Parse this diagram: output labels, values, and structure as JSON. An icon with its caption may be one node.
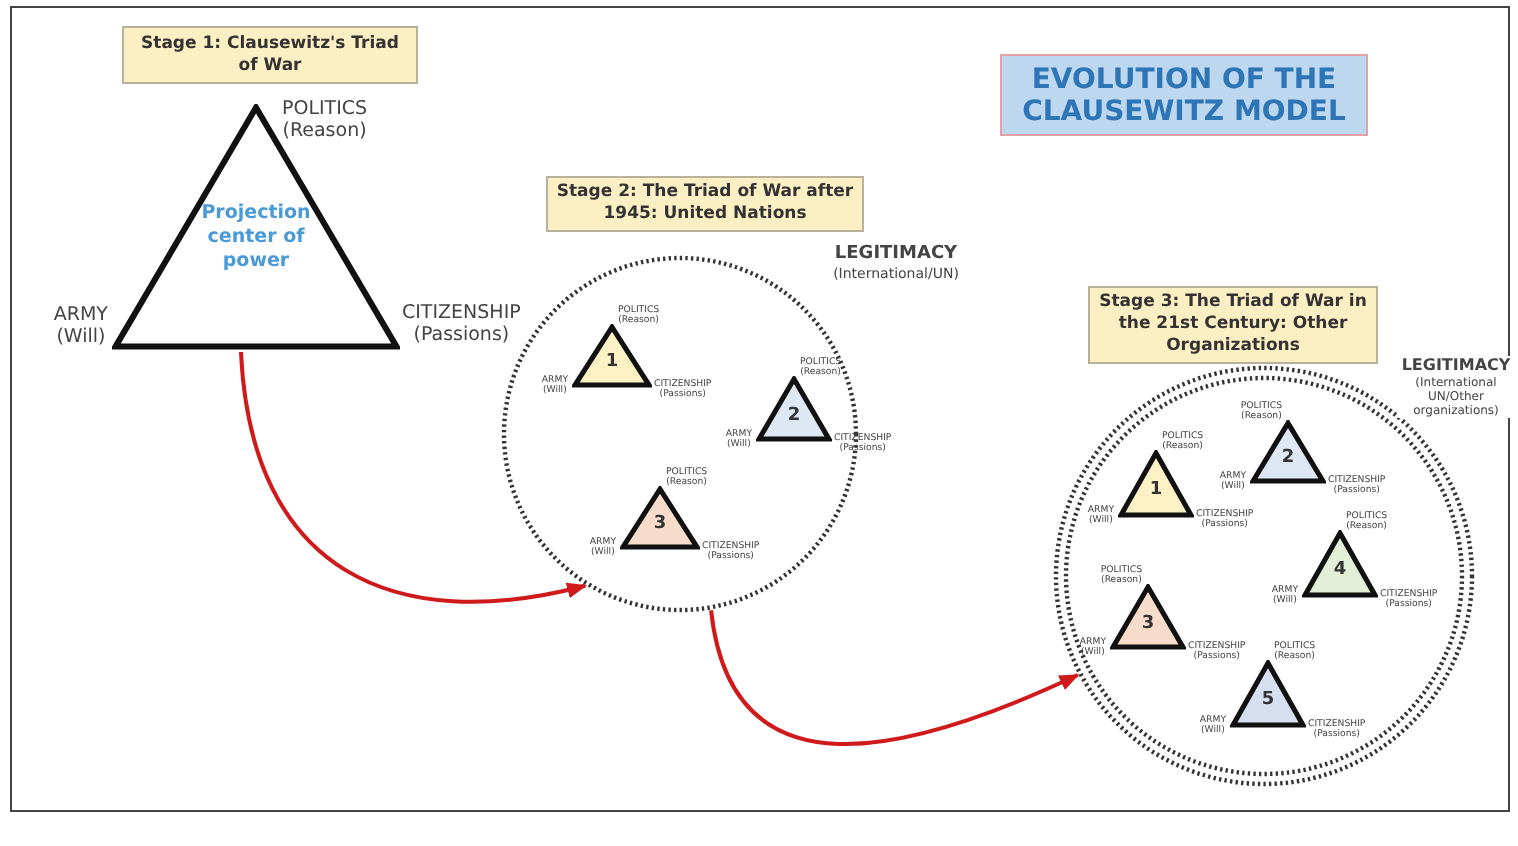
{
  "diagram": {
    "title": "EVOLUTION OF THE CLAUSEWITZ MODEL",
    "nodes": [
      {
        "text": [
          "Stage 1: Clausewitz's Triad of War"
        ]
      },
      {
        "text": [
          "Projection center of power"
        ],
        "beside": [
          "POLITICS (Reason)",
          "ARMY (Will)",
          "CITIZENSHIP (Passions)"
        ]
      },
      {
        "text": [
          "Stage 2: The Triad of War after 1945: United Nations"
        ]
      },
      {
        "text": [
          "LEGITIMACY",
          "(International/UN)"
        ]
      },
      {
        "text": [
          "1"
        ],
        "in": 3,
        "beside": [
          "POLITICS (Reason)",
          "ARMY (Will)",
          "CITIZENSHIP (Passions)"
        ]
      },
      {
        "text": [
          "2"
        ],
        "in": 3,
        "beside": [
          "POLITICS (Reason)",
          "ARMY (Will)",
          "CITIZENSHIP (Passions)"
        ]
      },
      {
        "text": [
          "3"
        ],
        "in": 3,
        "beside": [
          "POLITICS (Reason)",
          "ARMY (Will)",
          "CITIZENSHIP (Passions)"
        ]
      },
      {
        "text": [
          "Stage 3: The Triad of War in the 21st Century: Other Organizations"
        ]
      },
      {
        "text": [
          "LEGITIMACY",
          "(International UN/Other organizations)"
        ]
      },
      {
        "text": [
          "1"
        ],
        "in": 8,
        "beside": [
          "POLITICS (Reason)",
          "ARMY (Will)",
          "CITIZENSHIP (Passions)"
        ]
      },
      {
        "text": [
          "2"
        ],
        "in": 8,
        "beside": [
          "POLITICS (Reason)",
          "ARMY (Will)",
          "CITIZENSHIP (Passions)"
        ]
      },
      {
        "text": [
          "3"
        ],
        "in": 8,
        "beside": [
          "POLITICS (Reason)",
          "ARMY (Will)",
          "CITIZENSHIP (Passions)"
        ]
      },
      {
        "text": [
          "4"
        ],
        "in": 8,
        "beside": [
          "POLITICS (Reason)",
          "ARMY (Will)",
          "CITIZENSHIP (Passions)"
        ]
      },
      {
        "text": [
          "5"
        ],
        "in": 8,
        "beside": [
          "POLITICS (Reason)",
          "ARMY (Will)",
          "CITIZENSHIP (Passions)"
        ]
      }
    ],
    "edges": [
      {
        "from": 1,
        "to": 3,
        "arrow": "to"
      },
      {
        "from": 3,
        "to": 8,
        "arrow": "to"
      }
    ]
  }
}
